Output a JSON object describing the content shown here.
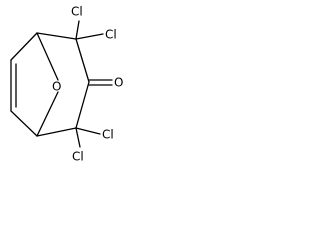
{
  "molecule": {
    "atoms": {
      "chlorine_top_left": "Cl",
      "chlorine_top_right": "Cl",
      "chlorine_bottom_right": "Cl",
      "chlorine_bottom_left": "Cl",
      "bridge_oxygen": "O",
      "carbonyl_oxygen": "O"
    }
  }
}
